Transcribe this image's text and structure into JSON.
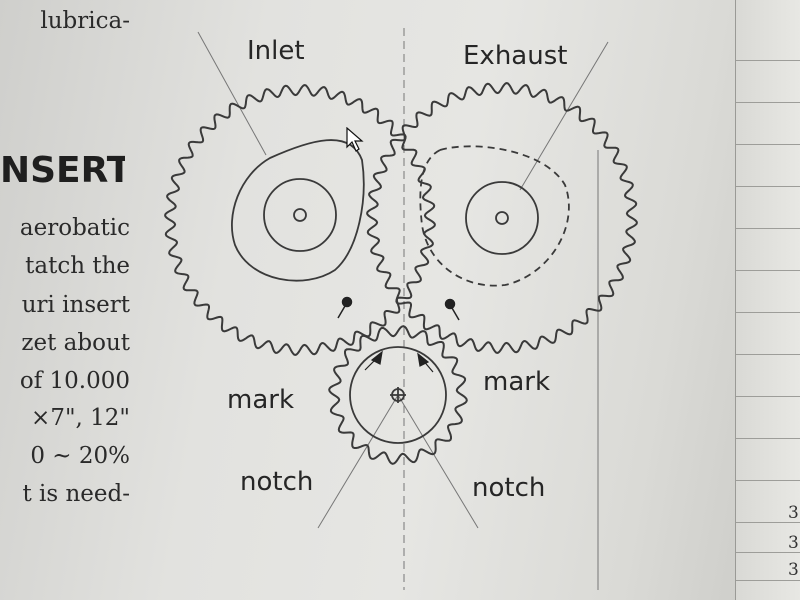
{
  "side_text": {
    "line_top": "lubrica-",
    "heading": "NSERT",
    "lines": [
      "aerobatic",
      "tatch the",
      "uri insert",
      "zet about",
      "of 10.000",
      "×7\", 12\"",
      "0 ~ 20%",
      "t is need-"
    ]
  },
  "diagram": {
    "labels": {
      "inlet": "Inlet",
      "exhaust": "Exhaust",
      "mark_left": "mark",
      "mark_right": "mark",
      "notch_left": "notch",
      "notch_right": "notch"
    },
    "gears": [
      {
        "id": "inlet-gear",
        "teeth": 44
      },
      {
        "id": "exhaust-gear",
        "teeth": 44
      },
      {
        "id": "crank-gear",
        "teeth": 20
      }
    ]
  },
  "right_strip": {
    "digits": [
      "3",
      "3",
      "3"
    ]
  },
  "colors": {
    "ink": "#333333",
    "paper": "#e4e4e1"
  }
}
